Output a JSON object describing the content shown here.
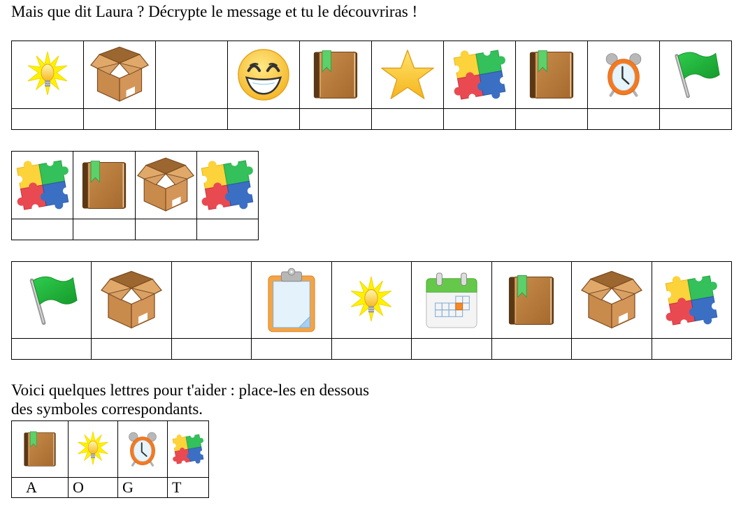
{
  "instructions": {
    "title": "Mais que dit Laura ? Décrypte le message et tu le découvriras !",
    "help_line1": "Voici quelques lettres pour t'aider : place-les en dessous",
    "help_line2": "des symboles correspondants."
  },
  "icon_legend": {
    "lightbulb-icon": "ampoule / lightbulb",
    "box-icon": "carton / open cardboard box",
    "smiley-icon": "smiley grinning face",
    "book-icon": "livre / brown book with green bookmark",
    "star-icon": "étoile / yellow star",
    "puzzle-icon": "puzzle pieces",
    "alarm-clock-icon": "réveil / orange alarm clock",
    "flag-icon": "drapeau vert / green flag",
    "clipboard-icon": "presse-papiers / clipboard",
    "calendar-icon": "calendrier / calendar",
    "space": "espace vide / blank word separator"
  },
  "cipher_rows": [
    {
      "symbols": [
        "lightbulb",
        "box",
        "space",
        "smiley",
        "book",
        "star",
        "puzzle",
        "book",
        "alarm-clock",
        "flag"
      ],
      "answers": [
        "",
        "",
        "",
        "",
        "",
        "",
        "",
        "",
        "",
        ""
      ]
    },
    {
      "symbols": [
        "puzzle",
        "book",
        "box",
        "puzzle"
      ],
      "answers": [
        "",
        "",
        "",
        ""
      ]
    },
    {
      "symbols": [
        "flag",
        "box",
        "space",
        "clipboard",
        "lightbulb",
        "calendar",
        "book",
        "box",
        "puzzle"
      ],
      "answers": [
        "",
        "",
        "",
        "",
        "",
        "",
        "",
        "",
        ""
      ]
    }
  ],
  "key_table": {
    "symbols": [
      "book",
      "lightbulb",
      "alarm-clock",
      "puzzle"
    ],
    "letters": [
      "A",
      "O",
      "G",
      "T"
    ]
  }
}
